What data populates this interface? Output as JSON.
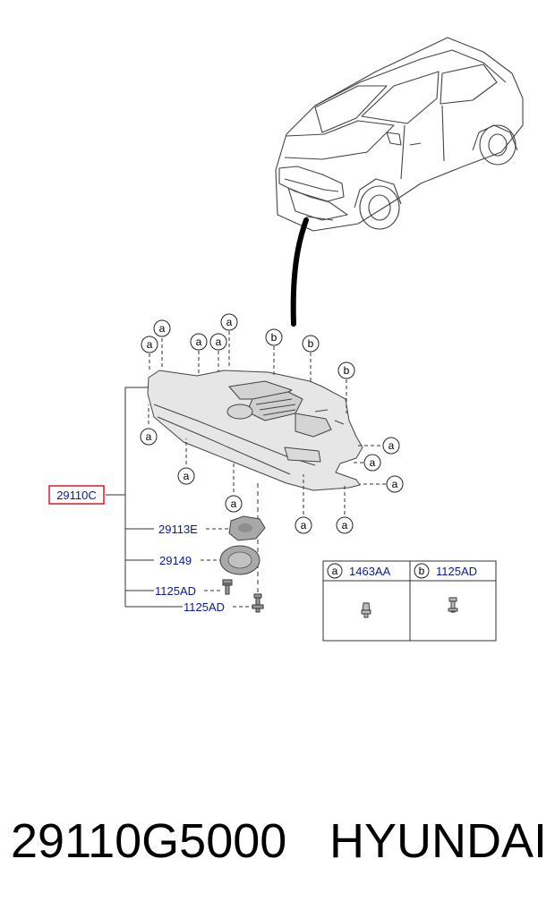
{
  "callouts": {
    "main_part": "29110C",
    "part_29113e": "29113E",
    "part_29149": "29149",
    "bolt_1": "1125AD",
    "bolt_2": "1125AD"
  },
  "markers": {
    "a": "a",
    "b": "b"
  },
  "legend": {
    "a_key": "a",
    "a_code": "1463AA",
    "b_key": "b",
    "b_code": "1125AD"
  },
  "caption": {
    "part_number": "29110G5000",
    "brand": "HYUNDAI"
  },
  "colors": {
    "label_text": "#0a1b8c",
    "highlight_box": "#e0162b",
    "line": "#333333"
  }
}
